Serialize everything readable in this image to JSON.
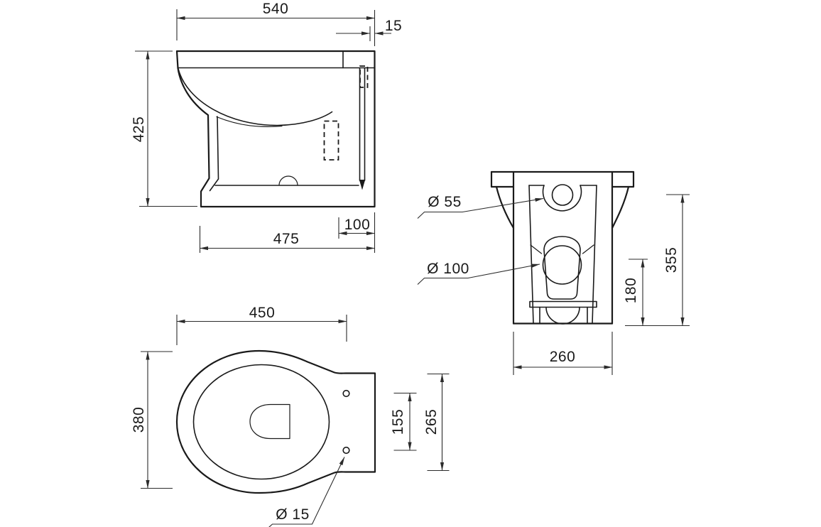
{
  "canvas": {
    "background": "#ffffff",
    "line_color": "#1a1a1a"
  },
  "views": {
    "side_elevation": {
      "dims": {
        "overall_depth": "540",
        "rim_lip": "15",
        "overall_height": "425",
        "base_depth": "475",
        "outlet_offset": "100"
      }
    },
    "rear_elevation": {
      "dims": {
        "inlet_diameter": "Ø 55",
        "outlet_diameter": "Ø 100",
        "inlet_height": "355",
        "outlet_height": "180",
        "base_width": "260"
      }
    },
    "plan_view": {
      "dims": {
        "overall_width": "450",
        "bowl_depth": "380",
        "fixing_hole_spacing": "155",
        "back_section_depth": "265",
        "fixing_hole_diameter": "Ø 15"
      }
    }
  }
}
